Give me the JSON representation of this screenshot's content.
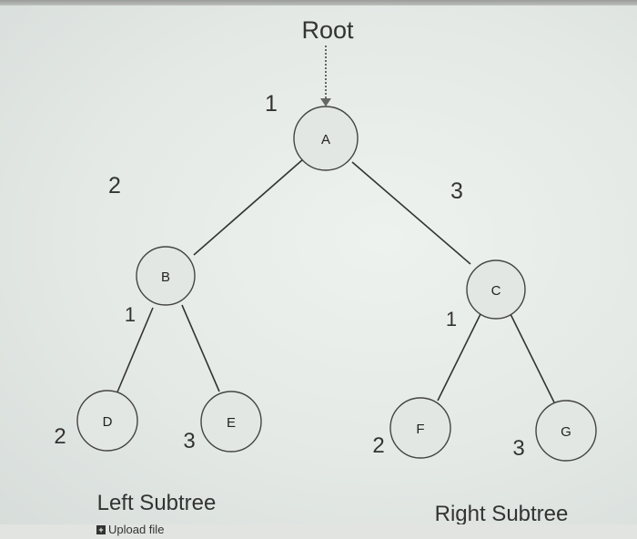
{
  "root_label": "Root",
  "nodes": {
    "A": "A",
    "B": "B",
    "C": "C",
    "D": "D",
    "E": "E",
    "F": "F",
    "G": "G"
  },
  "order_labels": {
    "root": "1",
    "left": "2",
    "right": "3",
    "b_self": "1",
    "d": "2",
    "e": "3",
    "c_self": "1",
    "f": "2",
    "g": "3"
  },
  "subtrees": {
    "left": "Left Subtree",
    "right": "Right Subtree"
  },
  "upload": {
    "label": "Upload file"
  }
}
